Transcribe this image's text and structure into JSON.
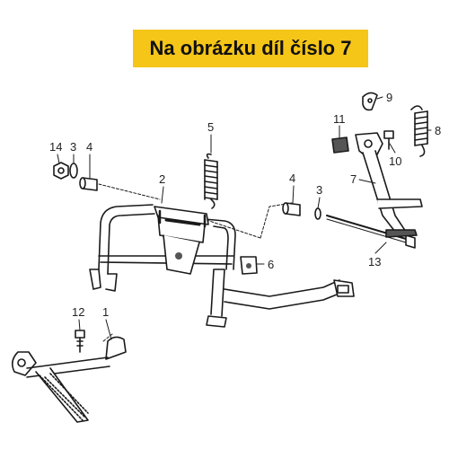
{
  "banner": {
    "text": "Na obrázku díl číslo 7",
    "color": "#f5c518"
  },
  "callouts": {
    "c1": "1",
    "c2": "2",
    "c3a": "3",
    "c3b": "3",
    "c4a": "4",
    "c4b": "4",
    "c5": "5",
    "c6": "6",
    "c7": "7",
    "c8": "8",
    "c9": "9",
    "c10": "10",
    "c11": "11",
    "c12": "12",
    "c13": "13",
    "c14": "14"
  },
  "colors": {
    "line": "#1a1a1a",
    "part_fill": "#ffffff",
    "shade": "#555555",
    "highlight_part": "#f5c518"
  }
}
